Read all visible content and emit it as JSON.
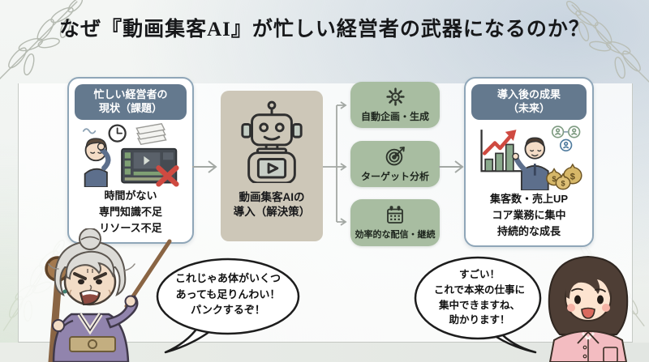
{
  "title": "なぜ『動画集客AI』が忙しい経営者の武器になるのか？",
  "flow": {
    "problem_card": {
      "header": [
        "忙しい経営者の",
        "現状（課題）"
      ],
      "items": [
        "時間がない",
        "専門知識不足",
        "リソース不足"
      ]
    },
    "solution_card": {
      "label": [
        "動画集客AIの",
        "導入（解決策）"
      ],
      "icon": "robot-icon"
    },
    "features": [
      {
        "label": "自動企画・生成",
        "icon": "gear-icon"
      },
      {
        "label": "ターゲット分析",
        "icon": "target-icon"
      },
      {
        "label": "効率的な配信・継続",
        "icon": "calendar-icon"
      }
    ],
    "result_card": {
      "header": [
        "導入後の成果",
        "（未来）"
      ],
      "items": [
        "集客数・売上UP",
        "コア業務に集中",
        "持続的な成長"
      ]
    }
  },
  "speech": {
    "old_woman": {
      "lines": [
        "これじゃあ体がいくつ",
        "あっても足りんわい！",
        "パンクするぞ！"
      ]
    },
    "young_woman": {
      "lines": [
        "すごい！",
        "これで本来の仕事に",
        "集中できますね、",
        "助かります！"
      ]
    }
  },
  "icons": {
    "money_symbol": "$"
  },
  "colors": {
    "header_blue": "#64798e",
    "feature_green": "#a8bda1",
    "solution_beige": "#cdc7b8",
    "accent_red": "#cf4a41",
    "card_border": "#8fa6b8"
  }
}
